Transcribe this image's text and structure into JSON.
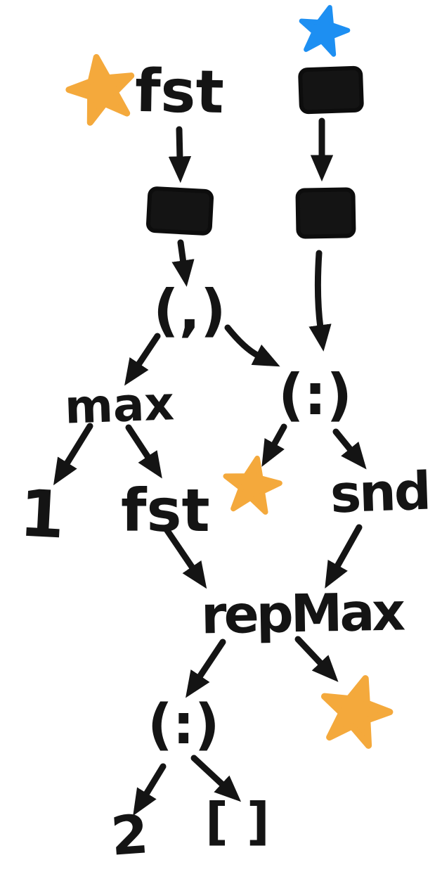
{
  "colors": {
    "ink": "#141414",
    "orange": "#F4A93C",
    "blue": "#1D8FF2",
    "background": "#FFFFFF"
  },
  "nodes": {
    "fst_top": "fst",
    "pair_cons": "(,)",
    "cons_upper": "(:)",
    "max": "max",
    "one": "1",
    "fst_inner": "fst",
    "snd": "snd",
    "repmax": "repMax",
    "cons_lower": "(:)",
    "two": "2",
    "empty_list": "[]"
  },
  "icons": {
    "orange_star": "★",
    "blue_star": "★",
    "thunk_box": "■"
  },
  "edges": [
    [
      "fst_top",
      "thunk_left"
    ],
    [
      "thunk_top_right",
      "thunk_right"
    ],
    [
      "thunk_left",
      "pair_cons"
    ],
    [
      "thunk_right",
      "cons_upper"
    ],
    [
      "pair_cons",
      "max"
    ],
    [
      "pair_cons",
      "cons_upper"
    ],
    [
      "max",
      "one"
    ],
    [
      "max",
      "fst_inner"
    ],
    [
      "cons_upper",
      "orange_star_mid"
    ],
    [
      "cons_upper",
      "snd"
    ],
    [
      "fst_inner",
      "repmax"
    ],
    [
      "snd",
      "repmax"
    ],
    [
      "repmax",
      "cons_lower"
    ],
    [
      "repmax",
      "orange_star_bottom"
    ],
    [
      "cons_lower",
      "two"
    ],
    [
      "cons_lower",
      "empty_list"
    ]
  ]
}
